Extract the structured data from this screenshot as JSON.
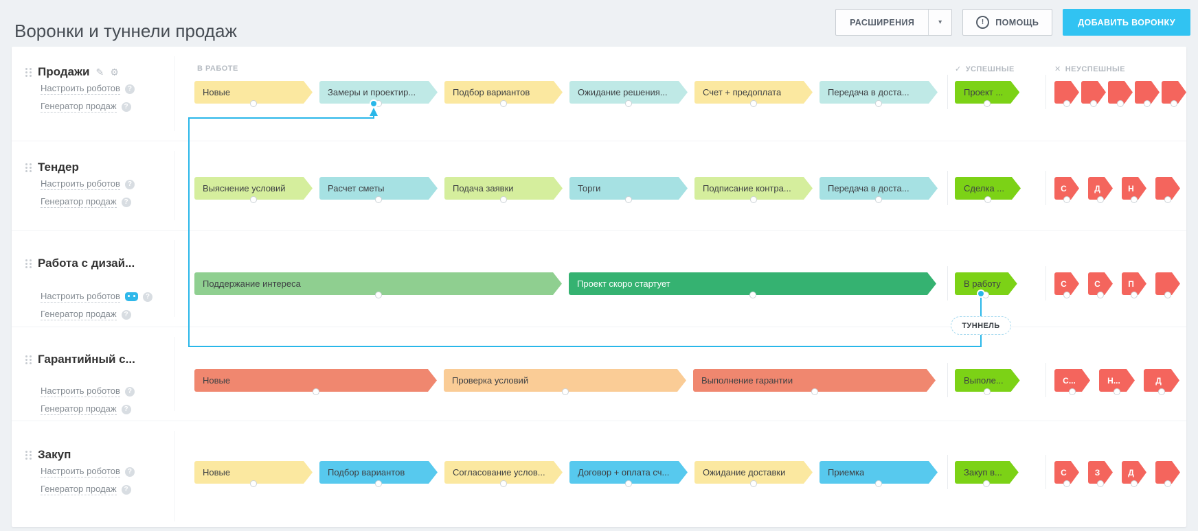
{
  "page_title": "Воронки и туннели продаж",
  "toolbar": {
    "extensions": "РАСШИРЕНИЯ",
    "help": "ПОМОЩЬ",
    "add_funnel": "ДОБАВИТЬ ВОРОНКУ"
  },
  "headers": {
    "in_work": "В РАБОТЕ",
    "success": "УСПЕШНЫЕ",
    "fail": "НЕУСПЕШНЫЕ"
  },
  "tunnel": {
    "label": "ТУННЕЛЬ"
  },
  "link_labels": {
    "robots": "Настроить роботов",
    "generator": "Генератор продаж"
  },
  "icons": {
    "pencil": "✎",
    "gear": "⚙",
    "question": "?",
    "check": "✓",
    "cross": "✕",
    "caret_down": "▾",
    "help_mark": "!"
  },
  "colors": {
    "accent_blue": "#31c3f2",
    "tunnel_line": "#29b7e9",
    "flag_red": "#f4655d",
    "success_green": "#7cd216"
  },
  "funnels": [
    {
      "title": "Продажи",
      "edit_icons": true,
      "robot_icon": false,
      "stages": [
        {
          "label": "Новые",
          "bg": "#fbe8a0",
          "span": 1
        },
        {
          "label": "Замеры и проектир...",
          "bg": "#bfe9e6",
          "span": 1
        },
        {
          "label": "Подбор вариантов",
          "bg": "#fbe8a0",
          "span": 1
        },
        {
          "label": "Ожидание решения...",
          "bg": "#bfe9e6",
          "span": 1
        },
        {
          "label": "Счет + предоплата",
          "bg": "#fbe8a0",
          "span": 1
        },
        {
          "label": "Передача в доста...",
          "bg": "#bfe9e6",
          "span": 1
        }
      ],
      "success": "Проект ...",
      "failed": [
        "",
        "",
        "",
        "",
        ""
      ]
    },
    {
      "title": "Тендер",
      "edit_icons": false,
      "robot_icon": false,
      "stages": [
        {
          "label": "Выяснение условий",
          "bg": "#d5ee9d",
          "span": 1
        },
        {
          "label": "Расчет сметы",
          "bg": "#a6e1e3",
          "span": 1
        },
        {
          "label": "Подача заявки",
          "bg": "#d5ee9d",
          "span": 1
        },
        {
          "label": "Торги",
          "bg": "#a6e1e3",
          "span": 1
        },
        {
          "label": "Подписание контра...",
          "bg": "#d5ee9d",
          "span": 1
        },
        {
          "label": "Передача в доста...",
          "bg": "#a6e1e3",
          "span": 1
        }
      ],
      "success": "Сделка ...",
      "failed": [
        "С",
        "Д",
        "Н",
        ""
      ]
    },
    {
      "title": "Работа с дизай...",
      "edit_icons": false,
      "robot_icon": true,
      "stages": [
        {
          "label": "Поддержание интереса",
          "bg": "#8fcf90",
          "span": 3
        },
        {
          "label": "Проект скоро стартует",
          "bg": "#35b271",
          "fg": "#ffffff",
          "span": 3
        }
      ],
      "success": "В работу",
      "failed": [
        "С",
        "С",
        "П",
        ""
      ]
    },
    {
      "title": "Гарантийный с...",
      "edit_icons": false,
      "robot_icon": false,
      "stages": [
        {
          "label": "Новые",
          "bg": "#f0876f",
          "span": 2
        },
        {
          "label": "Проверка условий",
          "bg": "#facc96",
          "span": 2
        },
        {
          "label": "Выполнение гарантии",
          "bg": "#f0876f",
          "span": 2
        }
      ],
      "success": "Выполе...",
      "failed": [
        "С...",
        "Н...",
        "Д"
      ]
    },
    {
      "title": "Закуп",
      "edit_icons": false,
      "robot_icon": false,
      "stages": [
        {
          "label": "Новые",
          "bg": "#fbe8a0",
          "span": 1
        },
        {
          "label": "Подбор вариантов",
          "bg": "#57c9ee",
          "span": 1
        },
        {
          "label": "Согласование услов...",
          "bg": "#fbe8a0",
          "span": 1
        },
        {
          "label": "Договор + оплата сч...",
          "bg": "#57c9ee",
          "span": 1
        },
        {
          "label": "Ожидание доставки",
          "bg": "#fbe8a0",
          "span": 1
        },
        {
          "label": "Приемка",
          "bg": "#57c9ee",
          "span": 1
        }
      ],
      "success": "Закуп в...",
      "failed": [
        "С",
        "З",
        "Д",
        ""
      ]
    }
  ]
}
